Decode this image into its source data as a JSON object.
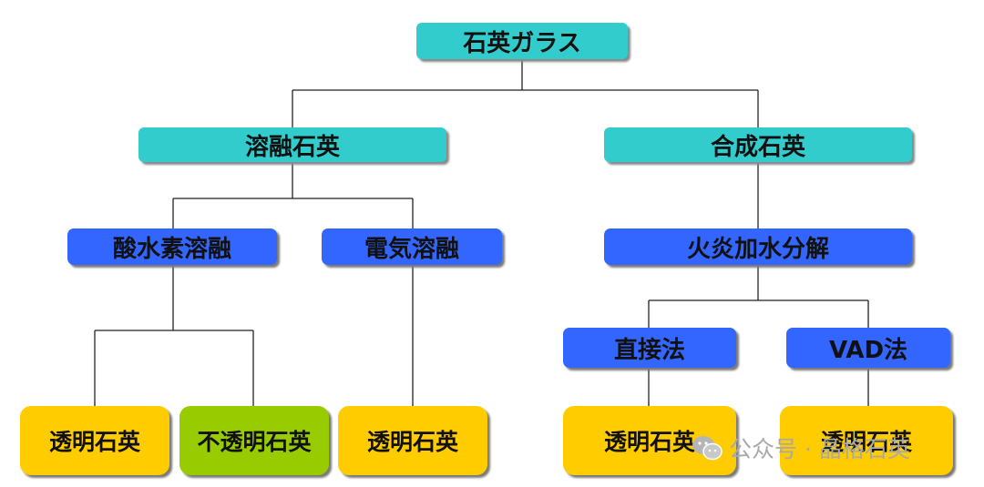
{
  "root": "石英ガラス",
  "branches": {
    "fused": {
      "label": "溶融石英",
      "methods": {
        "oxyhydrogen": {
          "label": "酸水素溶融",
          "results": [
            "透明石英",
            "不透明石英"
          ]
        },
        "electric": {
          "label": "電気溶融",
          "results": [
            "透明石英"
          ]
        }
      }
    },
    "synthetic": {
      "label": "合成石英",
      "method": {
        "label": "火炎加水分解",
        "submethods": {
          "direct": {
            "label": "直接法",
            "result": "透明石英"
          },
          "vad": {
            "label": "VAD法",
            "result": "透明石英"
          }
        }
      }
    }
  },
  "watermark": {
    "text": "公众号 · 晶格石英",
    "icon": "wechat-icon"
  },
  "colors": {
    "teal": "#33cccc",
    "blue": "#3366ff",
    "yellow": "#ffcc00",
    "green": "#99cc00",
    "line": "#222222"
  }
}
